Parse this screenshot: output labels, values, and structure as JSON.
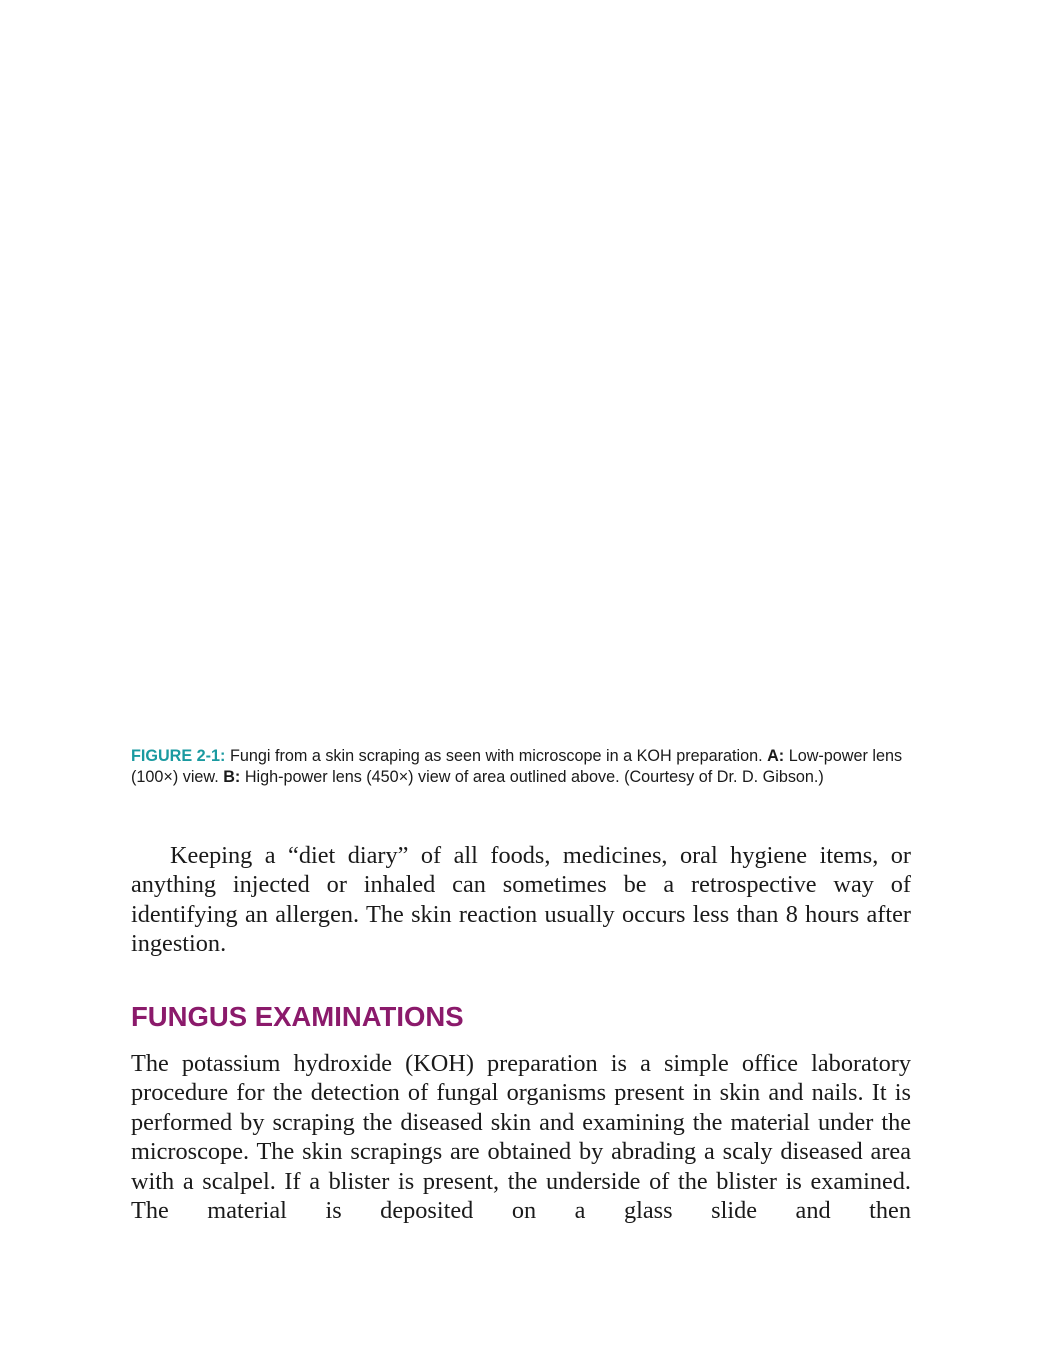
{
  "figure": {
    "label": "FIGURE 2-1:",
    "caption_part1": "Fungi from a skin scraping as seen with microscope in a KOH preparation.",
    "label_a": "A:",
    "caption_part2": "Low-power lens (100×) view.",
    "label_b": "B:",
    "caption_part3": "High-power lens (450×) view of area outlined above. (Courtesy of Dr. D. Gibson.)"
  },
  "paragraph1": "Keeping a “diet diary” of all foods, medicines, oral hygiene items, or anything injected or inhaled can sometimes be a retrospective way of identifying an allergen. The skin reaction usually occurs less than 8 hours after ingestion.",
  "section": {
    "heading": "FUNGUS EXAMINATIONS",
    "paragraph": "The potassium hydroxide (KOH) preparation is a simple office laboratory procedure for the detection of fungal organisms present in skin and nails. It is performed by scraping the diseased skin and examining the material under the microscope. The skin scrapings are obtained by abrading a scaly diseased area with a scalpel. If a blister is present, the underside of the blister is examined. The material is deposited on a glass slide and then"
  }
}
